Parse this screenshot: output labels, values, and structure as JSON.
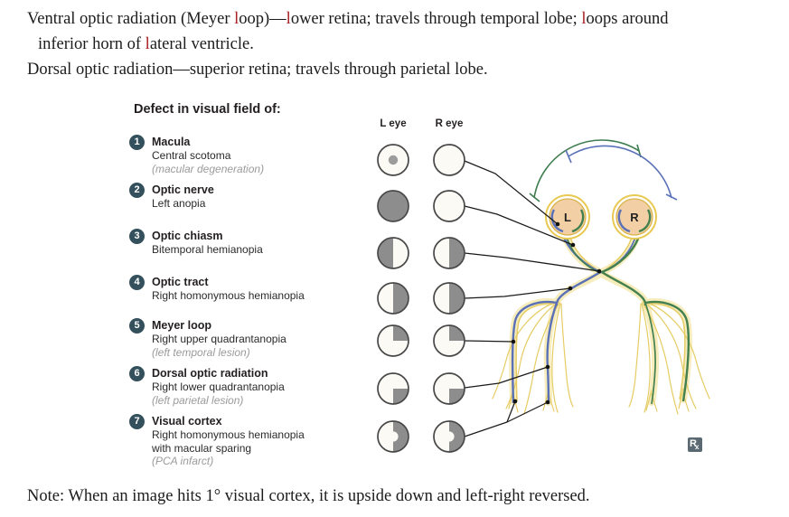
{
  "colors": {
    "red_letter": "#a91e22",
    "badge": "#33505c",
    "field_shade": "#8d8d8d",
    "field_bg": "#fbfaf4",
    "fiber_blue": "#5a71b8",
    "fiber_green": "#44804f",
    "fiber_yellow": "#e6cc64",
    "arc_green": "#3e7d4f",
    "arc_blue": "#5a71b8",
    "eye_fill": "#f2cfa4",
    "rx_bg": "#5b6a72"
  },
  "intro": {
    "para1_segments": [
      {
        "t": "Ventral optic radiation (Meyer "
      },
      {
        "t": "l",
        "red": true
      },
      {
        "t": "oop)—"
      },
      {
        "t": "l",
        "red": true
      },
      {
        "t": "ower retina; travels through temporal lobe; "
      },
      {
        "t": "l",
        "red": true
      },
      {
        "t": "oops around\n"
      },
      {
        "t": "inferior horn of "
      },
      {
        "t": "l",
        "red": true
      },
      {
        "t": "ateral ventricle."
      }
    ],
    "para2": "Dorsal optic radiation—superior retina; travels through parietal lobe."
  },
  "note": "Note: When an image hits 1° visual cortex, it is upside down and left-right reversed.",
  "defects": {
    "title": "Defect in visual field of:",
    "items": [
      {
        "num": "1",
        "name": "Macula",
        "line2": "Central scotoma",
        "note": "(macular degeneration)"
      },
      {
        "num": "2",
        "name": "Optic nerve",
        "line2": "Left anopia"
      },
      {
        "num": "3",
        "name": "Optic chiasm",
        "line2": "Bitemporal hemianopia"
      },
      {
        "num": "4",
        "name": "Optic tract",
        "line2": "Right homonymous hemianopia"
      },
      {
        "num": "5",
        "name": "Meyer loop",
        "line2": "Right upper quadrantanopia",
        "note": "(left temporal lesion)"
      },
      {
        "num": "6",
        "name": "Dorsal optic radiation",
        "line2": "Right lower quadrantanopia",
        "note": "(left parietal lesion)"
      },
      {
        "num": "7",
        "name": "Visual cortex",
        "line2": "Right homonymous hemianopia",
        "line3": "with macular sparing",
        "note": "(PCA infarct)"
      }
    ]
  },
  "fields": {
    "left_header": "L eye",
    "right_header": "R eye",
    "rows": [
      {
        "l": "center-dot",
        "r": "empty"
      },
      {
        "l": "full",
        "r": "empty"
      },
      {
        "l": "left-half",
        "r": "right-half"
      },
      {
        "l": "right-half",
        "r": "right-half"
      },
      {
        "l": "upper-right-quadrant",
        "r": "upper-right-quadrant"
      },
      {
        "l": "lower-right-quadrant",
        "r": "lower-right-quadrant"
      },
      {
        "l": "right-half-macular-sparing",
        "r": "right-half-macular-sparing"
      }
    ]
  },
  "diagram": {
    "left_eye_label": "L",
    "right_eye_label": "R",
    "rx_r": "R",
    "rx_x": "x"
  }
}
